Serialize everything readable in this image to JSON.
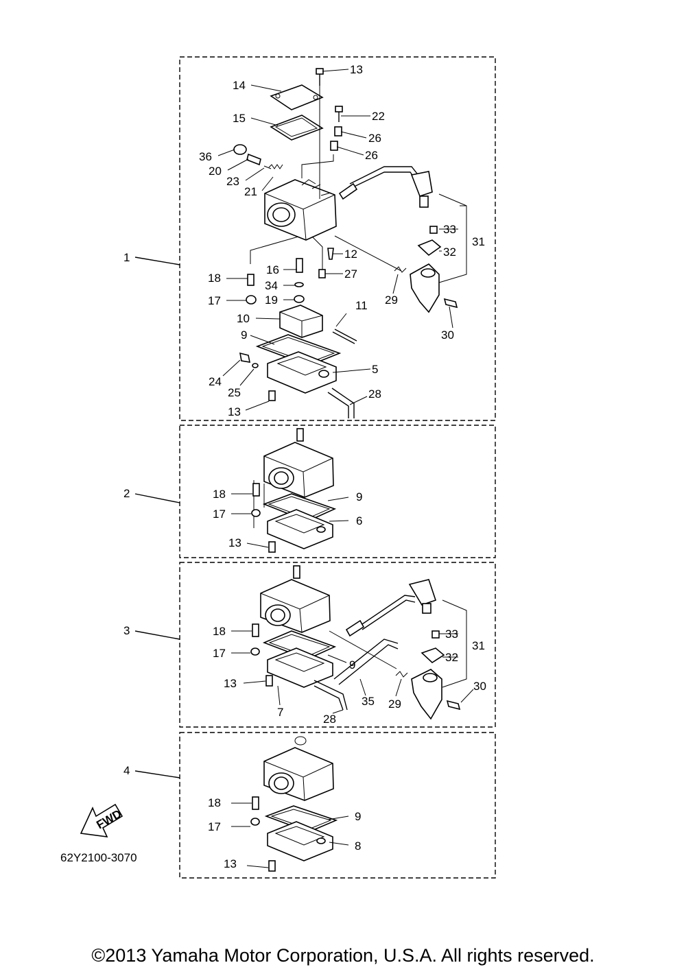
{
  "groups": [
    {
      "id": "1",
      "parts": [
        "13",
        "14",
        "15",
        "22",
        "26",
        "26",
        "36",
        "20",
        "23",
        "21",
        "12",
        "16",
        "34",
        "19",
        "27",
        "18",
        "17",
        "10",
        "11",
        "9",
        "5",
        "24",
        "25",
        "13",
        "28",
        "29",
        "30",
        "31",
        "32",
        "33"
      ]
    },
    {
      "id": "2",
      "parts": [
        "18",
        "17",
        "9",
        "6",
        "13"
      ]
    },
    {
      "id": "3",
      "parts": [
        "18",
        "17",
        "9",
        "13",
        "7",
        "28",
        "35",
        "29",
        "30",
        "31",
        "32",
        "33"
      ]
    },
    {
      "id": "4",
      "parts": [
        "18",
        "17",
        "9",
        "8",
        "13"
      ]
    }
  ],
  "fwd_label": "FWD",
  "diagram_code": "62Y2100-3070",
  "copyright": "©2013 Yamaha Motor Corporation, U.S.A. All rights reserved."
}
